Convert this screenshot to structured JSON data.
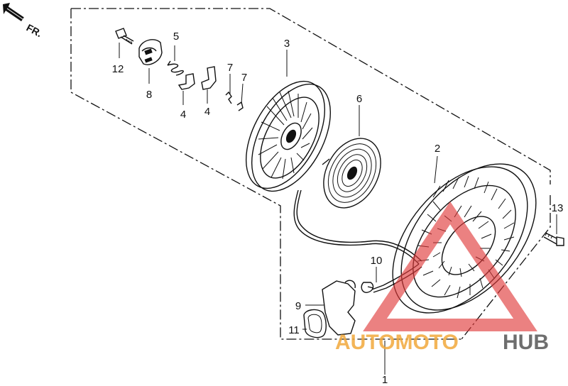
{
  "direction_marker": {
    "text": "FR."
  },
  "callouts": [
    {
      "id": "c1",
      "text": "1"
    },
    {
      "id": "c2",
      "text": "2"
    },
    {
      "id": "c3",
      "text": "3"
    },
    {
      "id": "c4a",
      "text": "4"
    },
    {
      "id": "c4b",
      "text": "4"
    },
    {
      "id": "c5",
      "text": "5"
    },
    {
      "id": "c6",
      "text": "6"
    },
    {
      "id": "c7a",
      "text": "7"
    },
    {
      "id": "c7b",
      "text": "7"
    },
    {
      "id": "c8",
      "text": "8"
    },
    {
      "id": "c9",
      "text": "9"
    },
    {
      "id": "c10",
      "text": "10"
    },
    {
      "id": "c11",
      "text": "11"
    },
    {
      "id": "c12",
      "text": "12"
    },
    {
      "id": "c13",
      "text": "13"
    }
  ],
  "watermark": {
    "part1": "AUTOMOTO",
    "part2": "HUB",
    "color1": "#f2a93b",
    "color2": "#555555",
    "triangle_color": "#e03a3a"
  }
}
